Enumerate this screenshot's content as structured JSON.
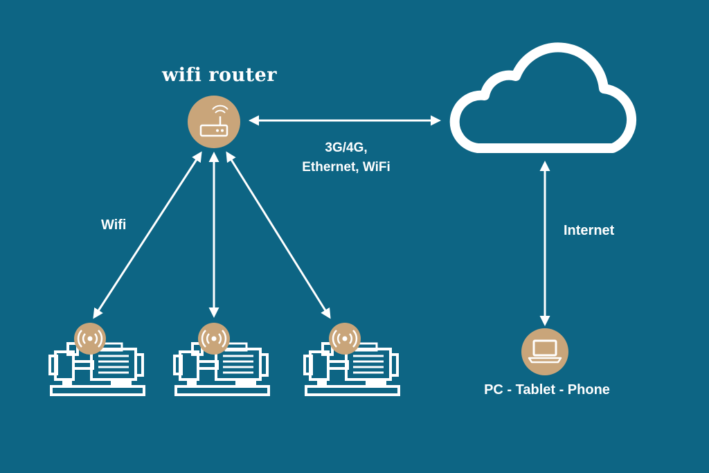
{
  "router": {
    "title": "wifi router"
  },
  "labels": {
    "connection_line1": "3G/4G,",
    "connection_line2": "Ethernet, WiFi",
    "wifi": "Wifi",
    "internet": "Internet",
    "devices": "PC - Tablet - Phone"
  },
  "icons": {
    "router": "router-icon",
    "cloud": "cloud-icon",
    "pump": "pump-icon",
    "signal": "wireless-signal-icon",
    "laptop": "laptop-icon"
  },
  "colors": {
    "background": "#0d6584",
    "accent": "#c9a57a",
    "foreground": "#ffffff"
  }
}
